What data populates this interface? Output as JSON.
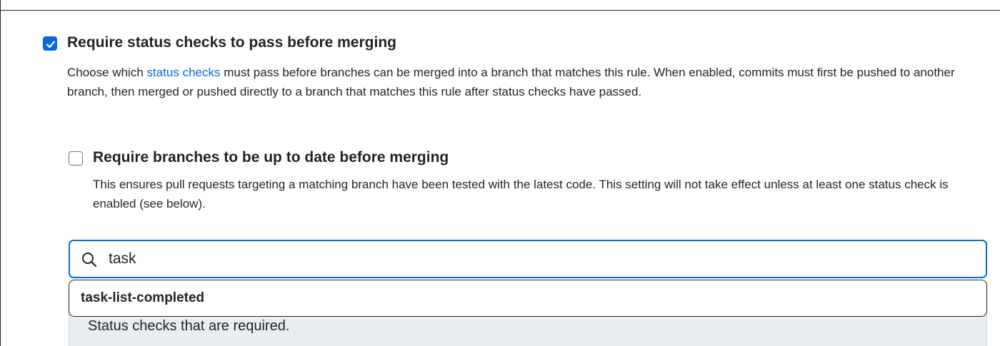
{
  "rule": {
    "title": "Require status checks to pass before merging",
    "checked": true,
    "description_before_link": "Choose which ",
    "description_link": "status checks",
    "description_after_link": " must pass before branches can be merged into a branch that matches this rule. When enabled, commits must first be pushed to another branch, then merged or pushed directly to a branch that matches this rule after status checks have passed."
  },
  "subrule": {
    "title": "Require branches to be up to date before merging",
    "checked": false,
    "description": "This ensures pull requests targeting a matching branch have been tested with the latest code. This setting will not take effect unless at least one status check is enabled (see below)."
  },
  "search": {
    "value": "task",
    "icon": "search-icon"
  },
  "suggestions": [
    {
      "label": "task-list-completed"
    }
  ],
  "required_section": {
    "label": "Status checks that are required."
  },
  "colors": {
    "accent": "#0969da",
    "text": "#1f2328",
    "required_bg": "#eaeef2"
  }
}
